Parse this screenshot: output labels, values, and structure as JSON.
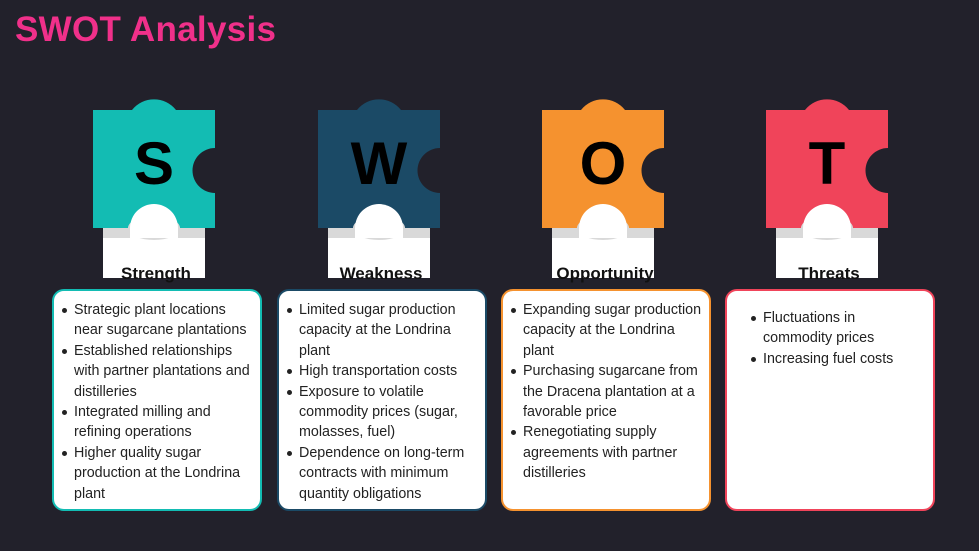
{
  "title": "SWOT Analysis",
  "columns": [
    {
      "letter": "S",
      "heading": "Strength",
      "color": "#13bcb3",
      "items": [
        "Strategic plant locations near sugarcane plantations",
        "Established relationships with partner plantations and distilleries",
        "Integrated milling and refining operations",
        "Higher quality sugar production at the Londrina plant"
      ]
    },
    {
      "letter": "W",
      "heading": "Weakness",
      "color": "#1b4a66",
      "items": [
        "Limited sugar production capacity at the Londrina plant",
        "High transportation costs",
        "Exposure to volatile commodity prices (sugar, molasses, fuel)",
        "Dependence on long-term contracts with minimum quantity obligations"
      ]
    },
    {
      "letter": "O",
      "heading": "Opportunity",
      "color": "#f5922f",
      "items": [
        "Expanding sugar production capacity at the Londrina plant",
        "Purchasing sugarcane from the Dracena plantation at a favorable price",
        "Renegotiating supply agreements with partner distilleries"
      ]
    },
    {
      "letter": "T",
      "heading": "Threats",
      "color": "#f0445a",
      "items": [
        "Fluctuations in commodity prices",
        "Increasing fuel costs"
      ]
    }
  ]
}
